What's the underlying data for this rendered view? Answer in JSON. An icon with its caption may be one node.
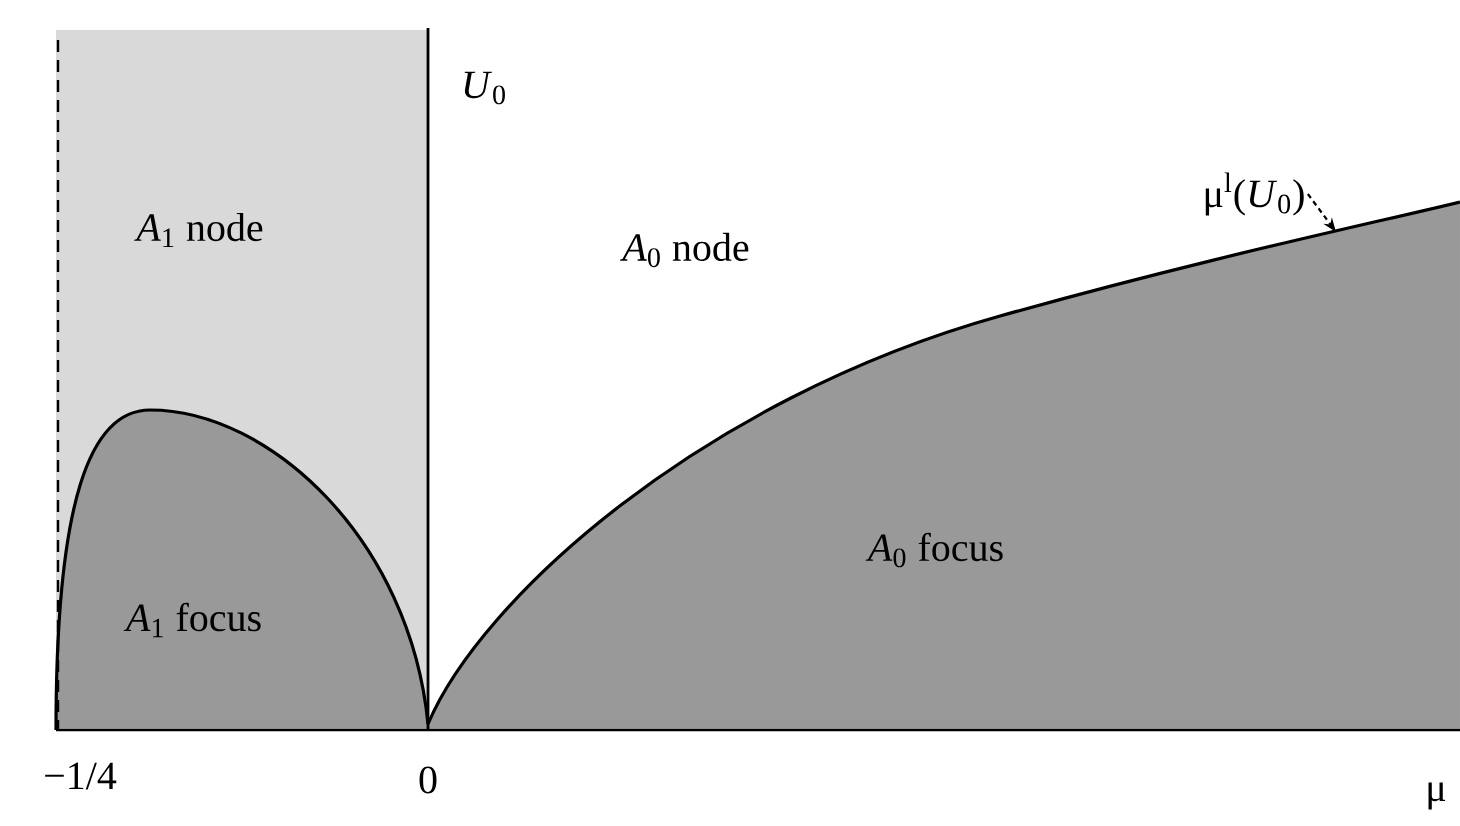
{
  "diagram": {
    "nodes": [
      {
        "text": [
          "μ$^{l}$(*U*$_{0}$)"
        ]
      },
      {
        "text": [],
        "shape": "curve"
      }
    ],
    "edges": [
      {
        "from": 0,
        "to": 1,
        "arrow": "to",
        "style": "dashed"
      }
    ],
    "labels": [
      "*U*$_{0}$",
      "*A*$_{1}$ node",
      "*A*$_{0}$ node",
      "*A*$_{1}$ focus",
      "*A*$_{0}$ focus",
      "−1/4",
      "0",
      "μ"
    ]
  }
}
